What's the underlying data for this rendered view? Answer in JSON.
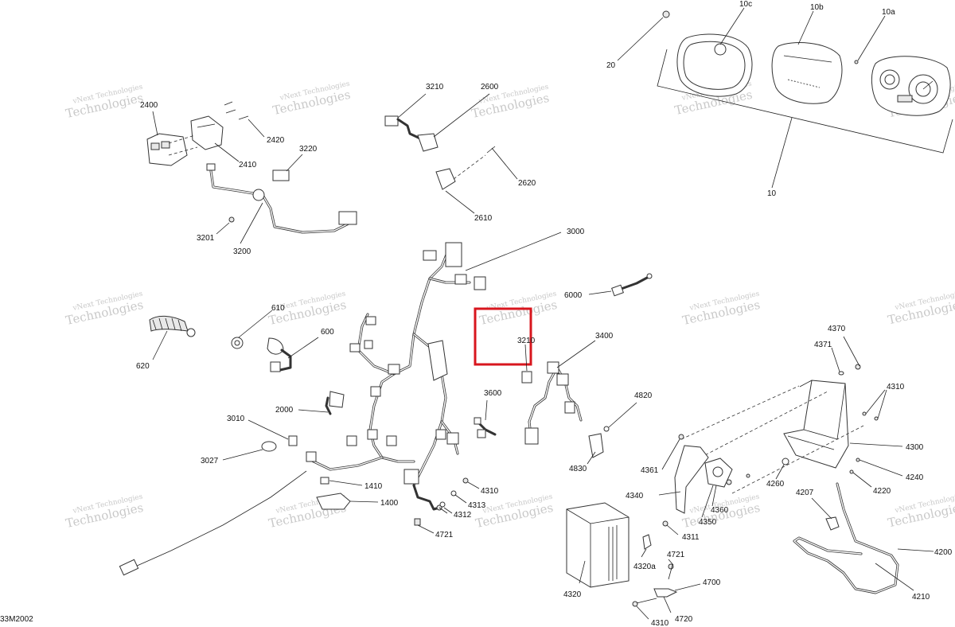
{
  "watermark_text": [
    "vNext Technologies",
    "Technologies"
  ],
  "figure_code": "33M2002",
  "colors": {
    "highlight": "#d8161e",
    "line": "#222222",
    "watermark": "#c9c9c9"
  },
  "callouts": {
    "c10c": "10c",
    "c10b": "10b",
    "c10a": "10a",
    "c20": "20",
    "c10": "10",
    "c2400": "2400",
    "c2410": "2410",
    "c2420": "2420",
    "c3220": "3220",
    "c3201": "3201",
    "c3200": "3200",
    "c3210_top": "3210",
    "c2600": "2600",
    "c2620": "2620",
    "c2610": "2610",
    "c3000": "3000",
    "c6000": "6000",
    "c610": "610",
    "c600": "600",
    "c620": "620",
    "c3210_hl": "3210",
    "c3400": "3400",
    "c3600": "3600",
    "c4820": "4820",
    "c4830": "4830",
    "c2000": "2000",
    "c3010": "3010",
    "c3027": "3027",
    "c1410": "1410",
    "c1400": "1400",
    "c4310_mid": "4310",
    "c4313": "4313",
    "c4312": "4312",
    "c4721_left": "4721",
    "c4370": "4370",
    "c4371": "4371",
    "c4310_right": "4310",
    "c4300": "4300",
    "c4240": "4240",
    "c4220": "4220",
    "c4260": "4260",
    "c4361": "4361",
    "c4340": "4340",
    "c4360": "4360",
    "c4350": "4350",
    "c4311": "4311",
    "c4207": "4207",
    "c4200": "4200",
    "c4210": "4210",
    "c4320": "4320",
    "c4320a": "4320a",
    "c4721_bottom": "4721",
    "c4700": "4700",
    "c4720": "4720",
    "c4310_bottom": "4310"
  }
}
